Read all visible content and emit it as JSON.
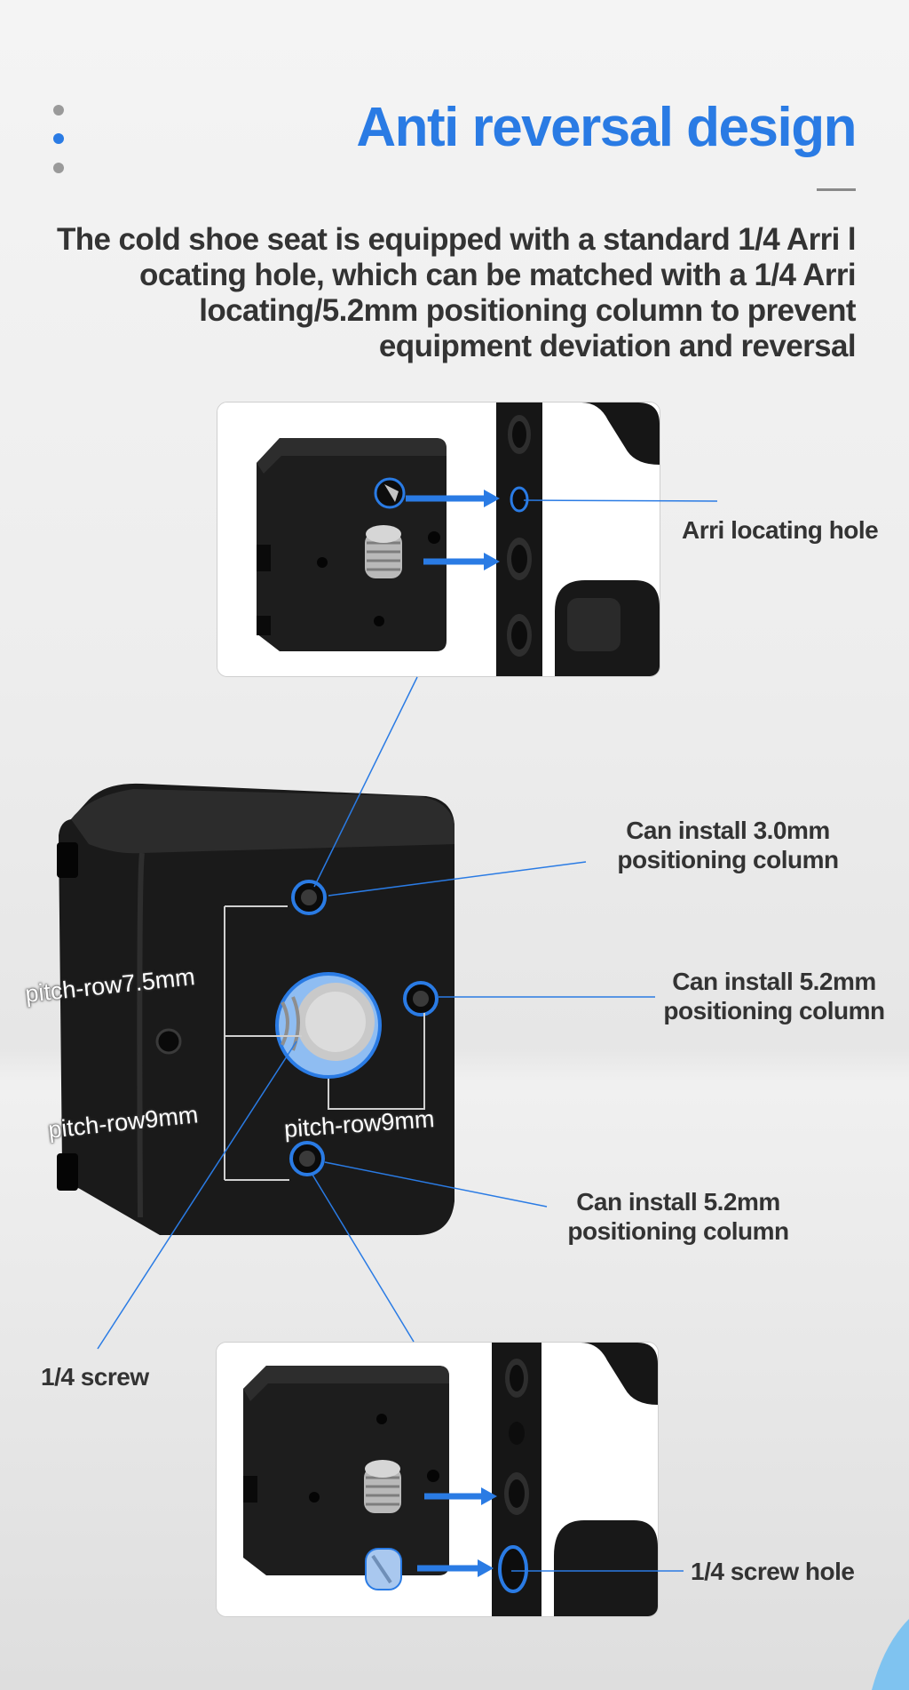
{
  "header": {
    "title": "Anti reversal design",
    "description_lines": [
      "The cold shoe seat is equipped with a standard 1/4 Arri l",
      "ocating hole, which can be matched with a 1/4 Arri",
      "locating/5.2mm positioning column to prevent",
      "equipment deviation and reversal"
    ]
  },
  "callouts": {
    "arri_hole": "Arri locating hole",
    "col_30": [
      "Can install 3.0mm",
      "positioning column"
    ],
    "col_52_right": [
      "Can install 5.2mm",
      "positioning column"
    ],
    "col_52_bottom": [
      "Can install 5.2mm",
      "positioning column"
    ],
    "screw": "1/4 screw",
    "screw_hole": "1/4 screw hole"
  },
  "dimensions": {
    "pitch_75": "pitch-row7.5mm",
    "pitch_9_left": "pitch-row9mm",
    "pitch_9_right": "pitch-row9mm"
  },
  "colors": {
    "accent": "#2a7be4",
    "text": "#333333",
    "metal": "#1c1c1c"
  }
}
